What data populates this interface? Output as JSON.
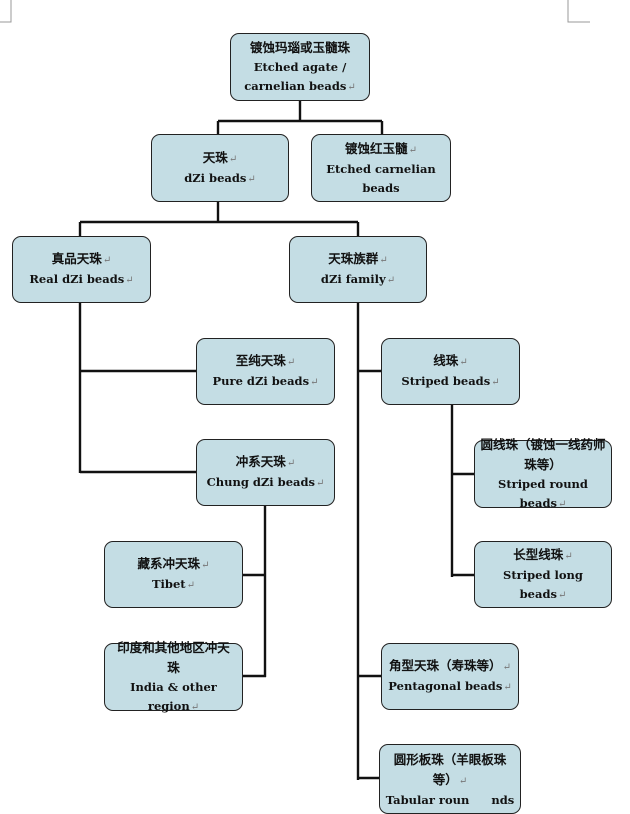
{
  "mark": "↵",
  "nodes": {
    "root": {
      "zh": "镀蚀玛瑙或玉髓珠",
      "en": "Etched agate /",
      "en2": "carnelian beads"
    },
    "dzi": {
      "zh": "天珠",
      "en": "dZi beads"
    },
    "etched": {
      "zh": "镀蚀红玉髓",
      "en": "Etched carnelian",
      "en2": "beads"
    },
    "real": {
      "zh": "真品天珠",
      "en": "Real dZi beads"
    },
    "family": {
      "zh": "天珠族群",
      "en": "dZi family"
    },
    "pure": {
      "zh": "至纯天珠",
      "en": "Pure dZi beads"
    },
    "chung": {
      "zh": "冲系天珠",
      "en": "Chung dZi beads"
    },
    "tibet": {
      "zh": "藏系冲天珠",
      "en": "Tibet"
    },
    "india": {
      "zh": "印度和其他地区冲天",
      "zh2": "珠",
      "en": "India & other region"
    },
    "striped": {
      "zh": "线珠",
      "en": "Striped beads"
    },
    "round": {
      "zh": "圆线珠（镀蚀一线药师",
      "zh2": "珠等）",
      "en": "Striped round beads"
    },
    "long": {
      "zh": "长型线珠",
      "en": "Striped long beads"
    },
    "penta": {
      "zh": "角型天珠（寿珠等）",
      "en": "Pentagonal beads"
    },
    "tabular": {
      "zh": "圆形板珠（羊眼板珠",
      "zh2": "等）",
      "en": "Tabular roun",
      "en_tail": "nds"
    }
  }
}
